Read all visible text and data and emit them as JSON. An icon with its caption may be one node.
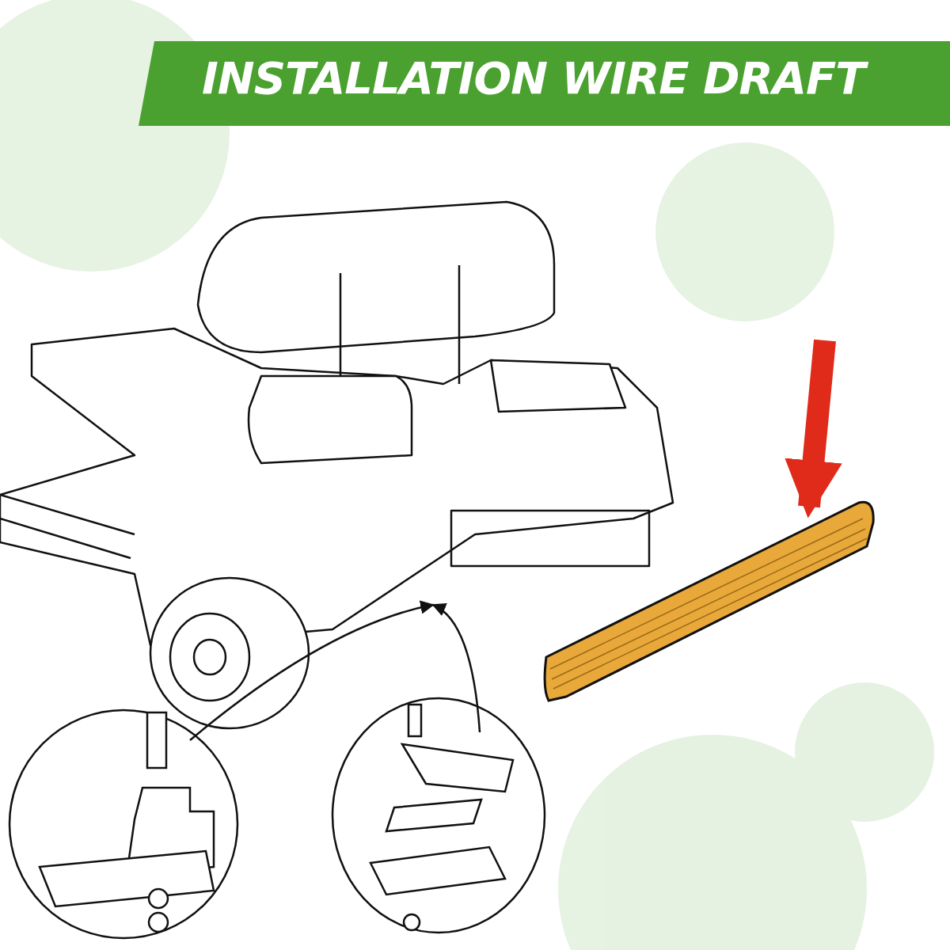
{
  "diagram": {
    "title": "INSTALLATION WIRE DRAFT",
    "nodes": [
      {
        "text": [],
        "shape": "picture"
      },
      {
        "text": [],
        "shape": "picture"
      },
      {
        "text": [],
        "shape": "circle"
      },
      {
        "text": [],
        "shape": "circle"
      }
    ],
    "edges": [
      {
        "from": null,
        "to": 1,
        "arrow": "to",
        "style": "thick",
        "color": "#e02a1a"
      },
      {
        "from": 2,
        "to": 0,
        "arrow": "to"
      },
      {
        "from": 3,
        "to": 0,
        "arrow": "to"
      }
    ]
  }
}
